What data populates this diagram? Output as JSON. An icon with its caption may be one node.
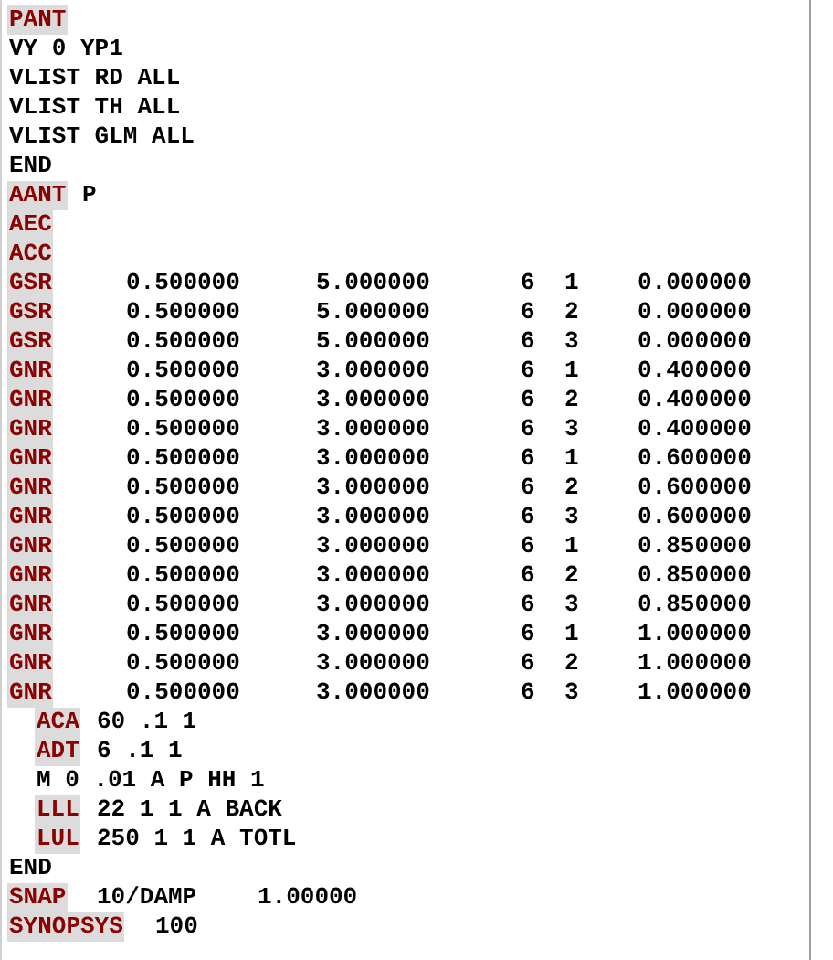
{
  "diagram": {
    "labels": [
      "PANT",
      "VY 0 YP1",
      "VLIST RD ALL",
      "VLIST TH ALL",
      "VLIST GLM ALL",
      "END",
      "AANT",
      "P",
      "AEC",
      "ACC",
      "GSR",
      "0.500000",
      "5.000000",
      "6",
      "1",
      "0.000000",
      "GSR",
      "0.500000",
      "5.000000",
      "6",
      "2",
      "0.000000",
      "GSR",
      "0.500000",
      "5.000000",
      "6",
      "3",
      "0.000000",
      "GNR",
      "0.500000",
      "3.000000",
      "6",
      "1",
      "0.400000",
      "GNR",
      "0.500000",
      "3.000000",
      "6",
      "2",
      "0.400000",
      "GNR",
      "0.500000",
      "3.000000",
      "6",
      "3",
      "0.400000",
      "GNR",
      "0.500000",
      "3.000000",
      "6",
      "1",
      "0.600000",
      "GNR",
      "0.500000",
      "3.000000",
      "6",
      "2",
      "0.600000",
      "GNR",
      "0.500000",
      "3.000000",
      "6",
      "3",
      "0.600000",
      "GNR",
      "0.500000",
      "3.000000",
      "6",
      "1",
      "0.850000",
      "GNR",
      "0.500000",
      "3.000000",
      "6",
      "2",
      "0.850000",
      "GNR",
      "0.500000",
      "3.000000",
      "6",
      "3",
      "0.850000",
      "GNR",
      "0.500000",
      "3.000000",
      "6",
      "1",
      "1.000000",
      "GNR",
      "0.500000",
      "3.000000",
      "6",
      "2",
      "1.000000",
      "GNR",
      "0.500000",
      "3.000000",
      "6",
      "3",
      "1.000000",
      "ACA",
      "60 .1 1",
      "ADT",
      "6 .1 1",
      "M 0 .01 A P HH 1",
      "LLL",
      "22 1 1 A BACK",
      "LUL",
      "250 1 1 A TOTL",
      "END",
      "SNAP",
      "10/DAMP",
      "1.00000",
      "SYNOPSYS",
      "100"
    ]
  }
}
